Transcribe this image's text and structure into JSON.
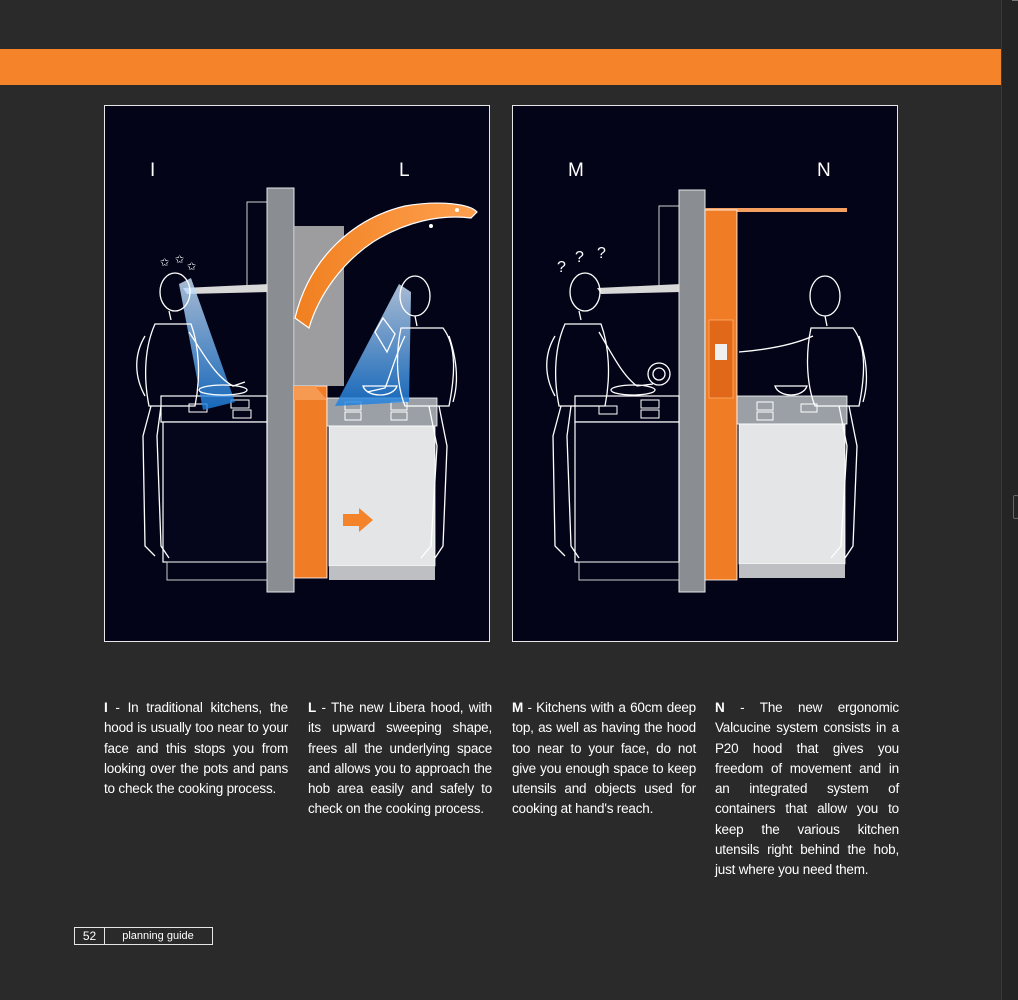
{
  "panels": [
    {
      "left_label": "I",
      "right_label": "L"
    },
    {
      "left_label": "M",
      "right_label": "N"
    }
  ],
  "columns": [
    {
      "letter": "I",
      "text": " - In traditional kitchens, the hood is usually too near to your face and this stops you from looking over the pots and pans to check the cooking process."
    },
    {
      "letter": "L",
      "text": " - The new Libera hood, with its upward sweeping shape, frees all the underlying space and allows you to approach the hob area easily and safely to check on the cooking process."
    },
    {
      "letter": "M",
      "text": " - Kitchens with a 60cm deep top, as well as having the hood too near to your face, do not give you enough space to keep utensils and objects used for cooking at hand's reach."
    },
    {
      "letter": "N",
      "text": " - The new ergonomic Valcucine system consists in a P20 hood that gives you freedom of movement and in an integrated system of containers that allow you to keep the various kitchen utensils right behind the hob, just where you need them."
    }
  ],
  "footer": {
    "page_number": "52",
    "guide_label": "planning guide"
  },
  "colors": {
    "accent": "#f5832a",
    "background": "#2b2a2b",
    "panel_bg": "#040419",
    "light_cone": "#5aa8e8"
  },
  "icons": [
    "stars-icon",
    "question-marks-icon",
    "arrow-right-icon"
  ]
}
